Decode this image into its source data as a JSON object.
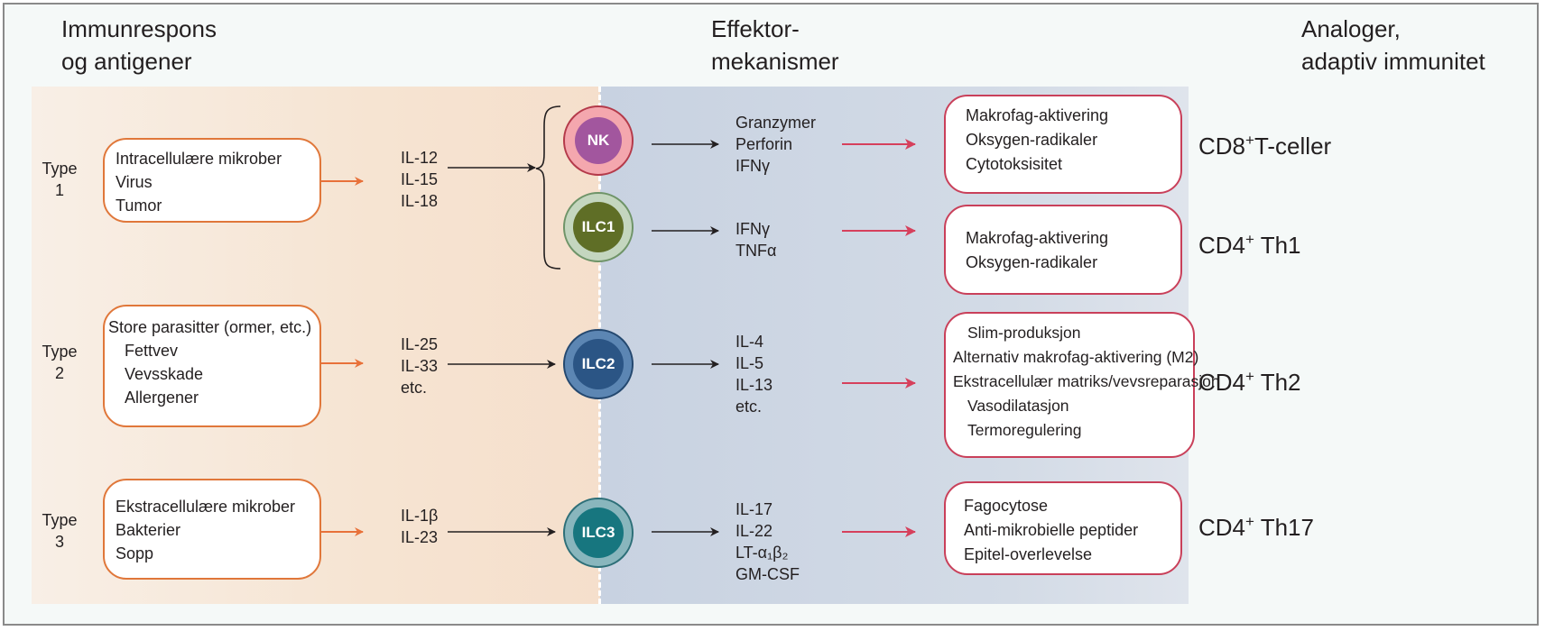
{
  "headers": {
    "left": [
      "Immunrespons",
      "og antigener"
    ],
    "middle": [
      "Effektor-",
      "mekanismer"
    ],
    "right": [
      "Analoger,",
      "adaptiv immunitet"
    ]
  },
  "colors": {
    "source_border": "#e0773a",
    "result_border": "#c9405a",
    "left_bg": "#f6e4d2",
    "mid_bg": "#cfd8e4",
    "nk_outer": "#f4a7ae",
    "nk_inner": "#a2569e",
    "ilc1_outer": "#c4d6bf",
    "ilc1_inner": "#5f6e26",
    "ilc2_outer": "#5c86b3",
    "ilc2_inner": "#2b5585",
    "ilc3_outer": "#89b6bd",
    "ilc3_inner": "#17767f"
  },
  "rows": [
    {
      "type_label": [
        "Type",
        "1"
      ],
      "sources": [
        "Intracellulære mikrober",
        "Virus",
        "Tumor"
      ],
      "inducers": [
        "IL-12",
        "IL-15",
        "IL-18"
      ],
      "cells": [
        {
          "name": "NK",
          "effectors": [
            "Granzymer",
            "Perforin",
            "IFNγ"
          ],
          "results": [
            "Makrofag-aktivering",
            "Oksygen-radikaler",
            "Cytotoksisitet"
          ],
          "analog": {
            "main": "CD8",
            "sup": "+",
            "rest": "T-celler"
          }
        },
        {
          "name": "ILC1",
          "effectors": [
            "IFNγ",
            "TNFα"
          ],
          "results": [
            "Makrofag-aktivering",
            "Oksygen-radikaler"
          ],
          "analog": {
            "main": "CD4",
            "sup": "+",
            "rest": " Th1"
          }
        }
      ]
    },
    {
      "type_label": [
        "Type",
        "2"
      ],
      "sources": [
        "Store parasitter (ormer, etc.)",
        "Fettvev",
        "Vevsskade",
        "Allergener"
      ],
      "inducers": [
        "IL-25",
        "IL-33",
        "etc."
      ],
      "cells": [
        {
          "name": "ILC2",
          "effectors": [
            "IL-4",
            "IL-5",
            "IL-13",
            "etc."
          ],
          "results": [
            "Slim-produksjon",
            "Alternativ makrofag-aktivering (M2)",
            "Ekstracellulær matriks/vevsreparasjon",
            "Vasodilatasjon",
            "Termoregulering"
          ],
          "analog": {
            "main": "CD4",
            "sup": "+",
            "rest": " Th2"
          }
        }
      ]
    },
    {
      "type_label": [
        "Type",
        "3"
      ],
      "sources": [
        "Ekstracellulære mikrober",
        "Bakterier",
        "Sopp"
      ],
      "inducers": [
        "IL-1β",
        "IL-23"
      ],
      "cells": [
        {
          "name": "ILC3",
          "effectors": [
            "IL-17",
            "IL-22",
            "LT-α₁β₂",
            "GM-CSF"
          ],
          "results": [
            "Fagocytose",
            "Anti-mikrobielle peptider",
            "Epitel-overlevelse"
          ],
          "analog": {
            "main": "CD4",
            "sup": "+",
            "rest": " Th17"
          }
        }
      ]
    }
  ]
}
